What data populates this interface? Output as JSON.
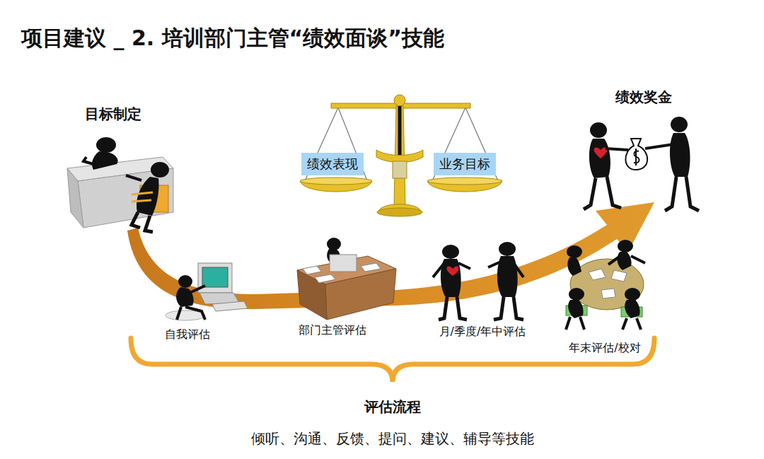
{
  "diagram": {
    "title": "项目建议 _ 2. 培训部门主管“绩效面谈”技能",
    "nodes": [
      {
        "text": [
          "绩效表现"
        ]
      },
      {
        "text": [
          "业务目标"
        ]
      }
    ],
    "labels": [
      "目标制定",
      "绩效奖金",
      "自我评估",
      "部门主管评估",
      "月/季度/年中评估",
      "年末评估/校对",
      "评估流程",
      "倾听、沟通、反馈、提问、建议、辅导等技能"
    ]
  }
}
